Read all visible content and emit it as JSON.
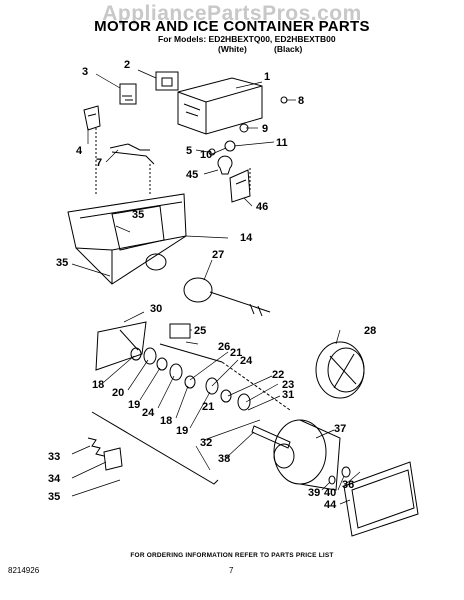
{
  "watermark": "AppliancePartsPros.com",
  "title": "MOTOR AND ICE CONTAINER PARTS",
  "models_line": "For Models: ED2HBEXTQ00, ED2HBEXTB00",
  "variant_white": "(White)",
  "variant_black": "(Black)",
  "footer_note": "FOR ORDERING INFORMATION REFER TO PARTS PRICE LIST",
  "document_number": "8214926",
  "page_number": "7",
  "callouts": {
    "c1": "1",
    "c2": "2",
    "c3": "3",
    "c4": "4",
    "c5": "5",
    "c7": "7",
    "c8": "8",
    "c9": "9",
    "c10": "10",
    "c11": "11",
    "c45": "45",
    "c46": "46",
    "c35a": "35",
    "c14": "14",
    "c27": "27",
    "c35b": "35",
    "c30": "30",
    "c25": "25",
    "c28": "28",
    "c26": "26",
    "c21a": "21",
    "c24a": "24",
    "c18a": "18",
    "c20": "20",
    "c19a": "19",
    "c24b": "24",
    "c18b": "18",
    "c22": "22",
    "c23": "23",
    "c31": "31",
    "c19b": "19",
    "c21b": "21",
    "c32": "32",
    "c37": "37",
    "c38": "38",
    "c33": "33",
    "c34": "34",
    "c35c": "35",
    "c39": "39",
    "c40": "40",
    "c36": "36",
    "c44": "44"
  }
}
